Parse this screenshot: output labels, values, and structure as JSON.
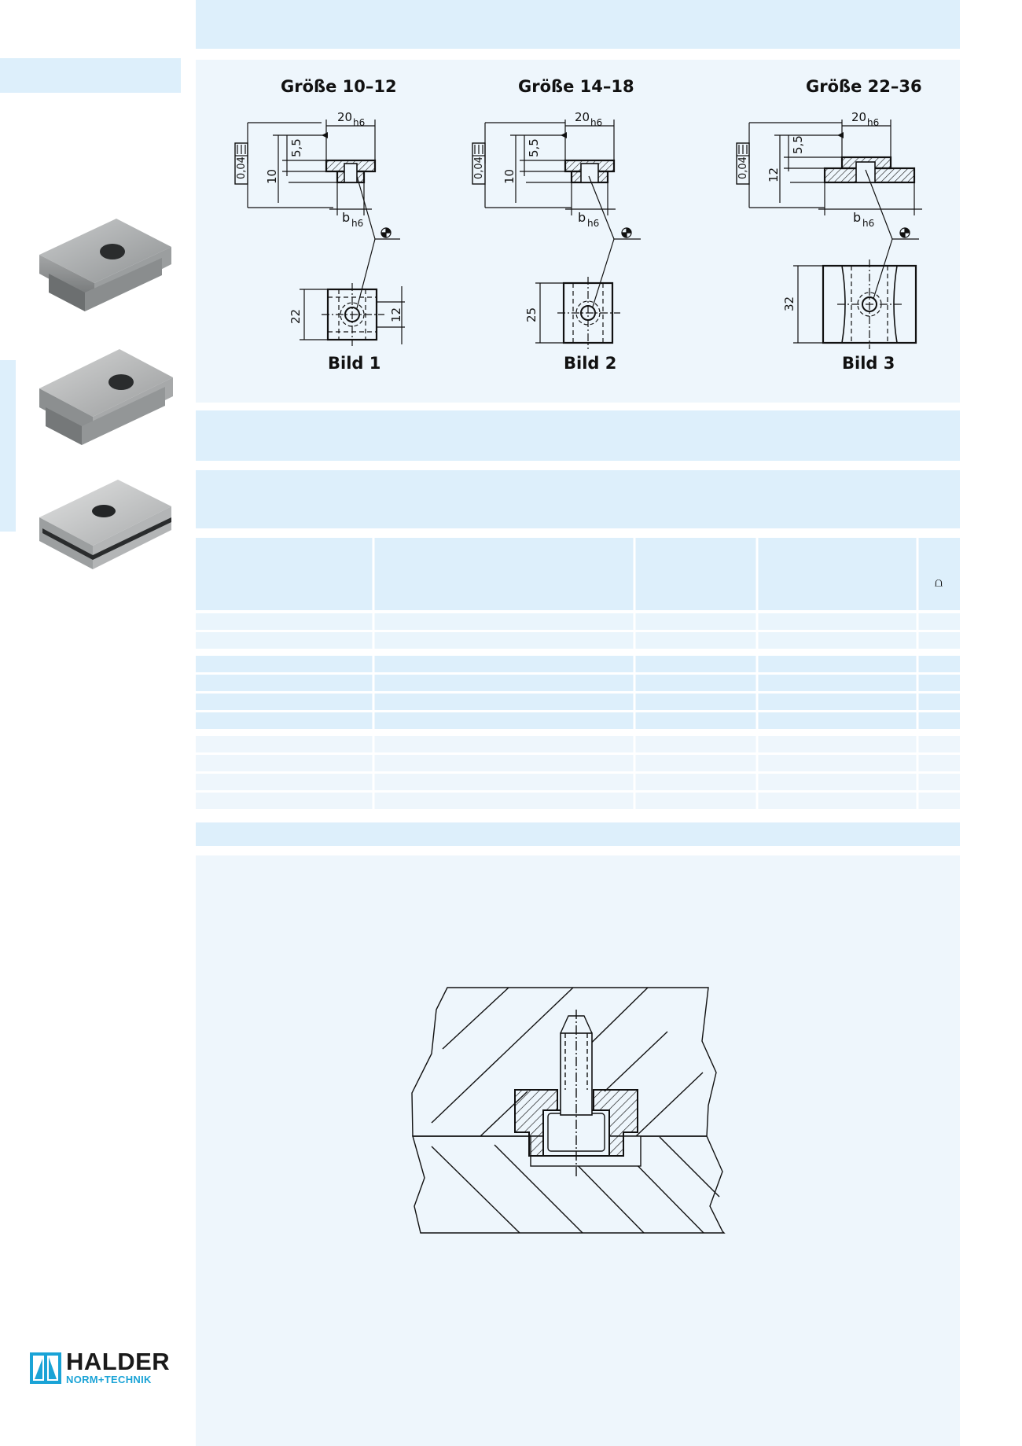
{
  "figures": [
    {
      "title": "Größe 10–12",
      "label": "Bild 1",
      "dims": {
        "width": "20",
        "width_tol": "h6",
        "depth": "5,5",
        "height": "10",
        "flatness": "0,04",
        "b": "b",
        "b_tol": "h6",
        "length": "22",
        "hole": "12"
      }
    },
    {
      "title": "Größe 14–18",
      "label": "Bild 2",
      "dims": {
        "width": "20",
        "width_tol": "h6",
        "depth": "5,5",
        "height": "10",
        "flatness": "0,04",
        "b": "b",
        "b_tol": "h6",
        "length": "25"
      }
    },
    {
      "title": "Größe 22–36",
      "label": "Bild 3",
      "dims": {
        "width": "20",
        "width_tol": "h6",
        "depth": "5,5",
        "height": "12",
        "flatness": "0,04",
        "b": "b",
        "b_tol": "h6",
        "length": "32"
      }
    }
  ],
  "table": {
    "columns": [
      "",
      "",
      "",
      "",
      "⩍"
    ],
    "row_groups": [
      {
        "color": "#eaf5fc",
        "rows": 2
      },
      {
        "color": "#ddeffb",
        "rows": 4
      },
      {
        "color": "#eef6fc",
        "rows": 4
      }
    ]
  },
  "logo": {
    "name": "HALDER",
    "tagline": "NORM+TECHNIK",
    "brand_color": "#1aa3d6"
  }
}
